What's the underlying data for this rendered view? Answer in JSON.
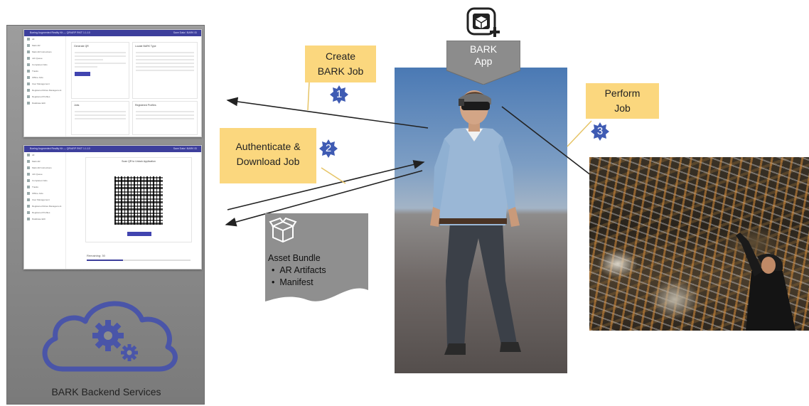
{
  "backend": {
    "label": "BARK Backend Services",
    "screen1": {
      "title_bar": "Boeing Augmented Reality Kit — QR/ARP RKIT 1.1.10",
      "user": "Save Data / BARK ID",
      "nav": [
        "All",
        "Mark AR",
        "Mark AR Instructions",
        "Job Queue",
        "Completed Jobs",
        "Tracks",
        "Offline Jobs",
        "User Management",
        "Registered Roles Management",
        "Registered Profiles",
        "Database Edit"
      ],
      "card_a_title": "Generate QR",
      "card_b_title": "Locate BARK Type",
      "card_c_title": "Jobs",
      "card_d_title": "Registered Profiles"
    },
    "screen2": {
      "title_bar": "Boeing Augmented Reality Kit — QR/ARP RKIT 1.1.10",
      "user": "Save Data / BARK ID",
      "nav": [
        "All",
        "Mark AR",
        "Mark AR Instructions",
        "Job Queue",
        "Completed Jobs",
        "Tracks",
        "Offline Jobs",
        "User Management",
        "Registered Roles Management",
        "Registered Profiles",
        "Database Edit"
      ],
      "qr_caption": "Scan QR to Unlock Application",
      "countdown": "Remaining: 30"
    }
  },
  "app": {
    "label_line1": "BARK",
    "label_line2": "App",
    "icon": "ar-cube-plus-icon"
  },
  "callouts": {
    "create": {
      "line1": "Create",
      "line2": "BARK Job",
      "step": "1"
    },
    "authenticate": {
      "line1": "Authenticate &",
      "line2": "Download Job",
      "step": "2"
    },
    "perform": {
      "line1": "Perform",
      "line2": "Job",
      "step": "3"
    }
  },
  "bundle": {
    "title": "Asset Bundle",
    "items": [
      "AR Artifacts",
      "Manifest"
    ],
    "icon": "open-box-icon"
  },
  "colors": {
    "callout": "#fbd77e",
    "step_badge": "#3f5bb3",
    "brand": "#3d3f9c",
    "cloud": "#4a55a8"
  }
}
